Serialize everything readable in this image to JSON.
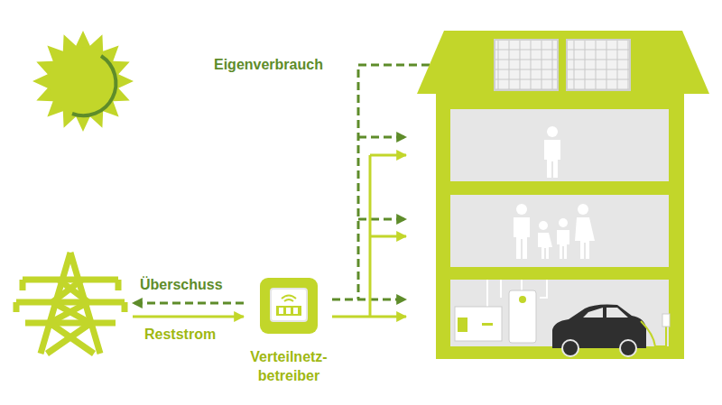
{
  "diagram": {
    "nodes": [
      {
        "text": [
          "Verteilnetz- betreiber"
        ]
      }
    ],
    "labels": [
      "Eigenverbrauch",
      "Überschuss",
      "Reststrom"
    ]
  }
}
